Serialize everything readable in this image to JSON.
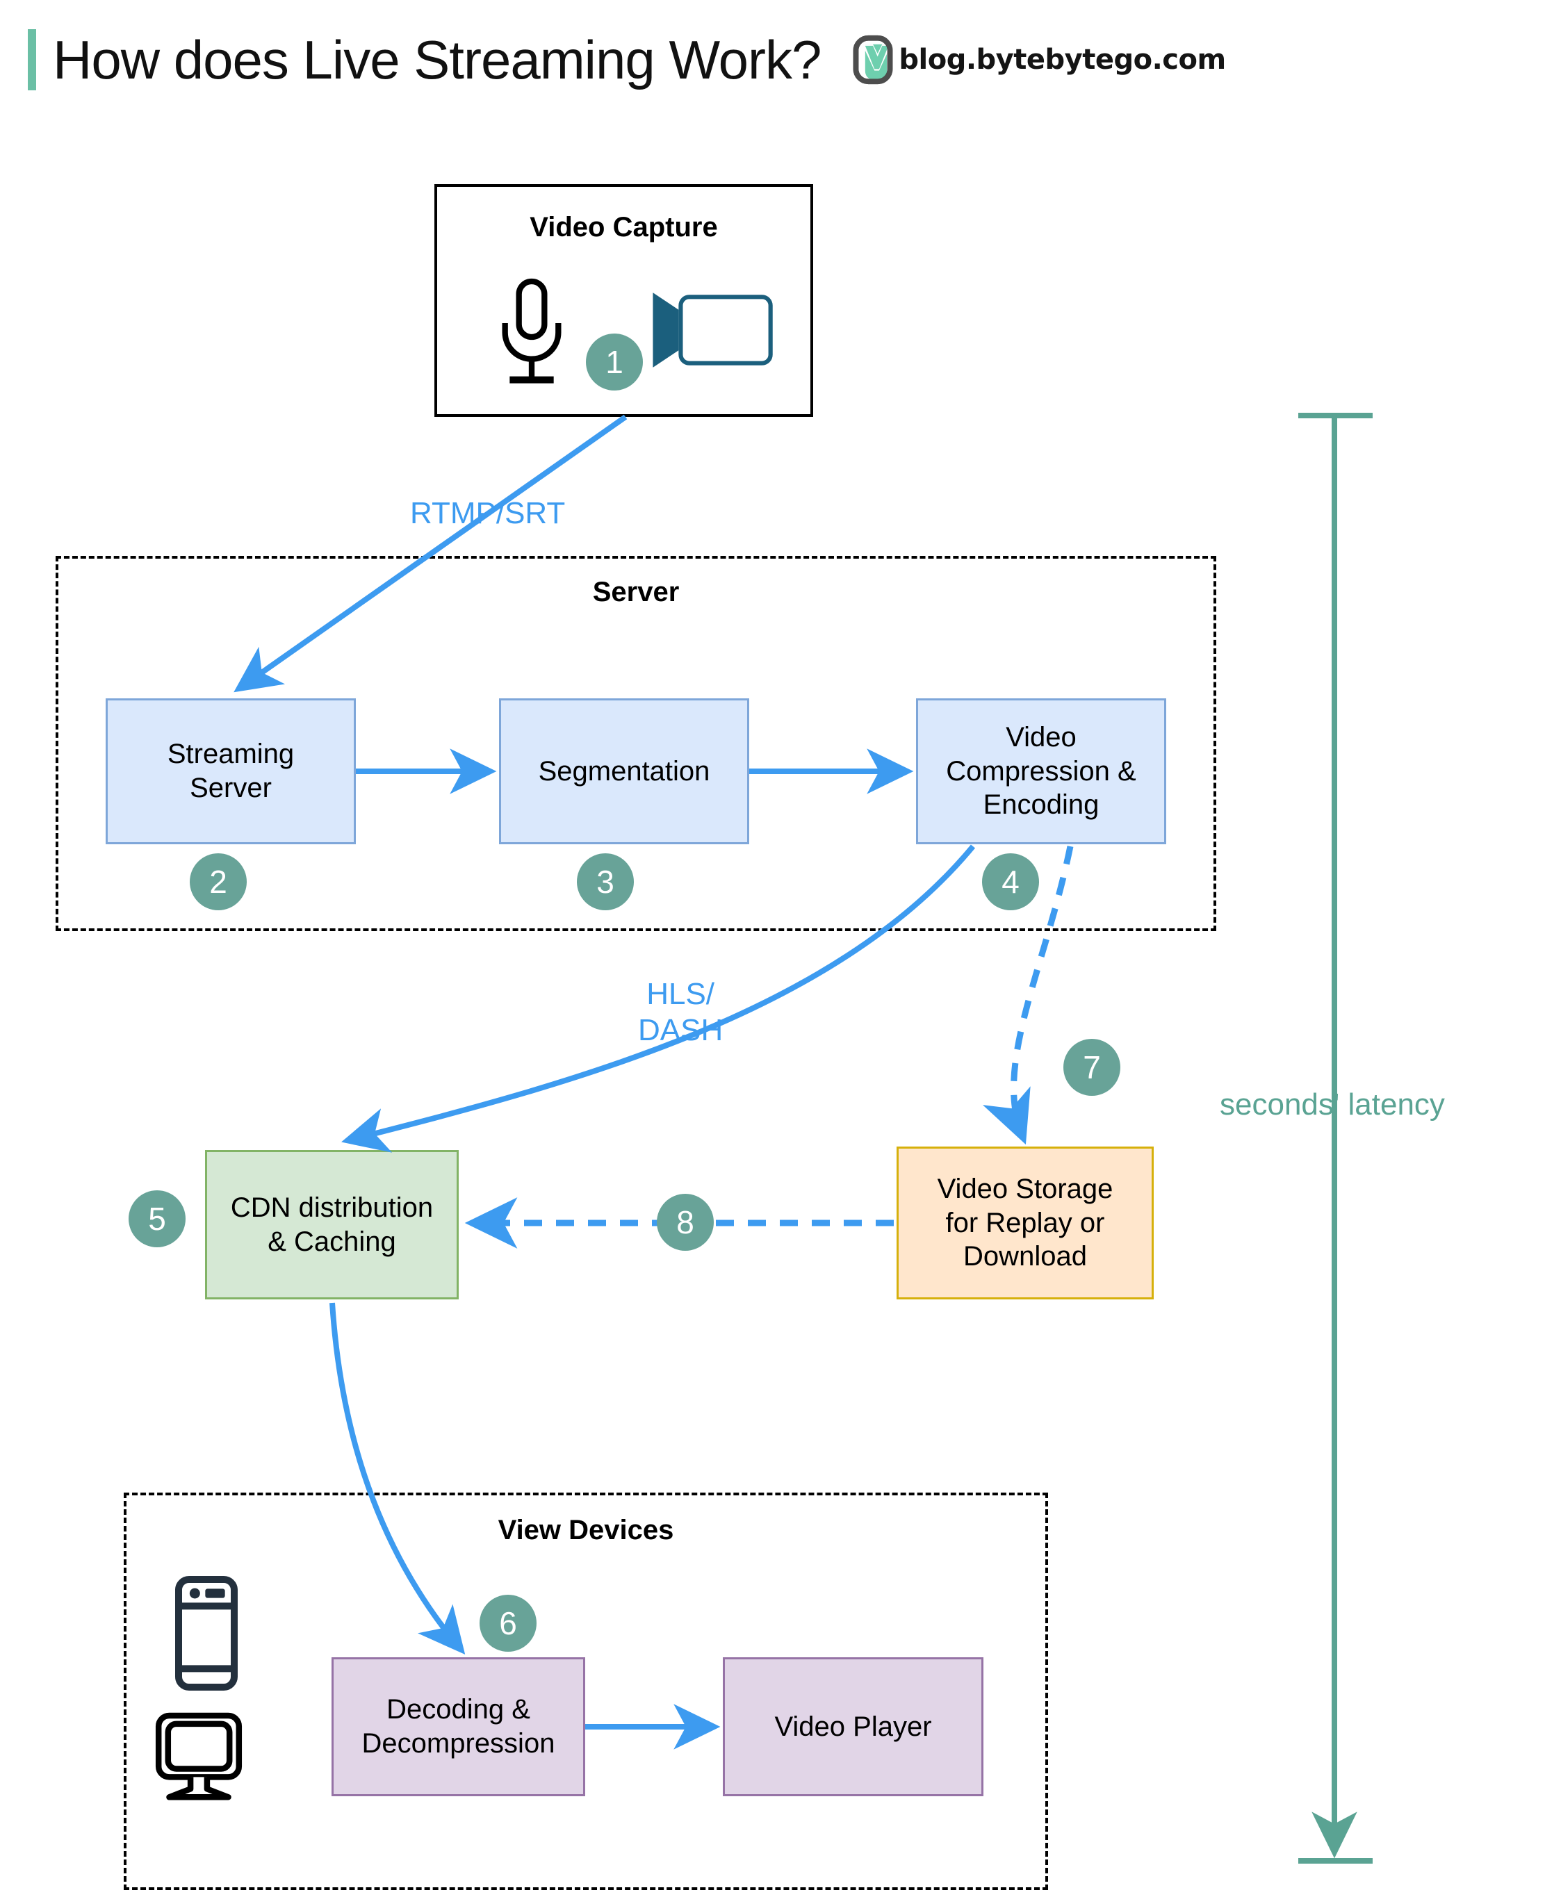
{
  "header": {
    "title": "How does Live Streaming Work?",
    "brand": "blog.bytebytego.com",
    "accent_color": "#6bbfa5"
  },
  "capture": {
    "label": "Video Capture",
    "icons": [
      "microphone-icon",
      "video-camera-icon"
    ]
  },
  "groups": {
    "server": {
      "title": "Server"
    },
    "view_devices": {
      "title": "View Devices",
      "icons": [
        "smartphone-icon",
        "desktop-monitor-icon"
      ]
    }
  },
  "nodes": {
    "streaming_server": {
      "label": "Streaming\nServer",
      "fill": "#dae8fc",
      "stroke": "#7ea6d9"
    },
    "segmentation": {
      "label": "Segmentation",
      "fill": "#dae8fc",
      "stroke": "#7ea6d9"
    },
    "compression": {
      "label": "Video\nCompression &\nEncoding",
      "fill": "#dae8fc",
      "stroke": "#7ea6d9"
    },
    "cdn": {
      "label": "CDN distribution\n& Caching",
      "fill": "#d5e8d4",
      "stroke": "#82b366"
    },
    "storage": {
      "label": "Video Storage\nfor Replay or\nDownload",
      "fill": "#ffe6cc",
      "stroke": "#d6b00b"
    },
    "decoding": {
      "label": "Decoding &\nDecompression",
      "fill": "#e1d5e7",
      "stroke": "#9673a6"
    },
    "player": {
      "label": "Video Player",
      "fill": "#e1d5e7",
      "stroke": "#9673a6"
    }
  },
  "steps": [
    {
      "n": "1"
    },
    {
      "n": "2"
    },
    {
      "n": "3"
    },
    {
      "n": "4"
    },
    {
      "n": "5"
    },
    {
      "n": "6"
    },
    {
      "n": "7"
    },
    {
      "n": "8"
    }
  ],
  "edge_labels": {
    "rtmp": "RTMP/SRT",
    "hls": "HLS/\nDASH"
  },
  "latency": {
    "label": "seconds' latency",
    "color": "#5aa393"
  },
  "colors": {
    "step_circle": "#68a398",
    "arrow_blue": "#3d9bf0",
    "camera_icon": "#1b5f7d"
  }
}
